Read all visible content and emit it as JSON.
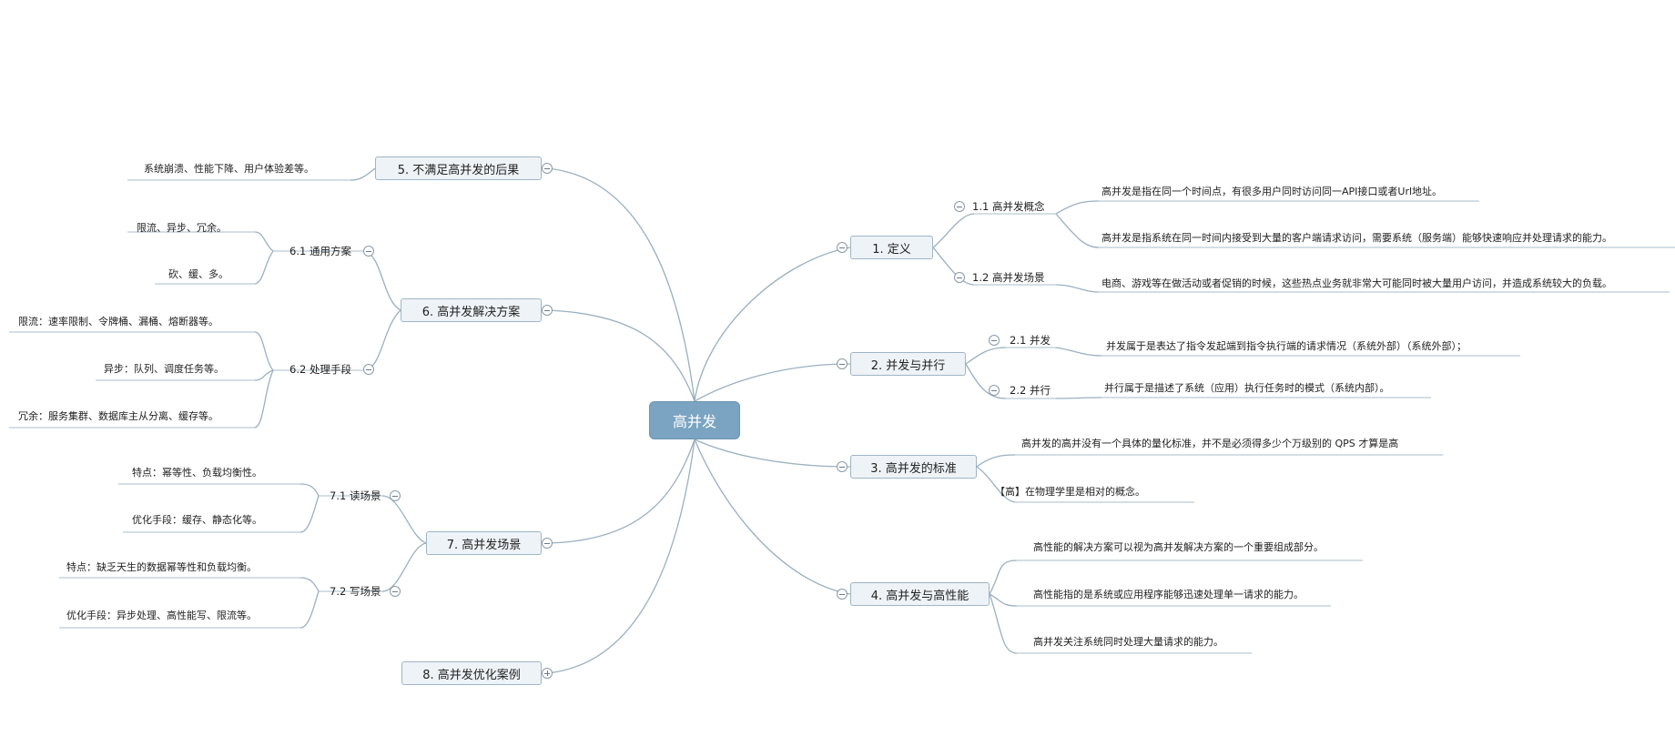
{
  "root": "高并发",
  "branches": [
    {
      "label": "1. 定义",
      "collapsed": false,
      "children": [
        {
          "label": "1.1 高并发概念",
          "leaves": [
            "高并发是指在同一个时间点，有很多用户同时访问同一API接口或者Url地址。",
            "高并发是指系统在同一时间内接受到大量的客户端请求访问，需要系统（服务端）能够快速响应并处理请求的能力。"
          ]
        },
        {
          "label": "1.2 高并发场景",
          "leaves": [
            "电商、游戏等在做活动或者促销的时候，这些热点业务就非常大可能同时被大量用户访问，并造成系统较大的负载。"
          ]
        }
      ]
    },
    {
      "label": "2. 并发与并行",
      "collapsed": false,
      "children": [
        {
          "label": "2.1 并发",
          "leaves": [
            "并发属于是表达了指令发起端到指令执行端的请求情况（系统外部）（系统外部）；"
          ]
        },
        {
          "label": "2.2 并行",
          "leaves": [
            "并行属于是描述了系统（应用）执行任务时的模式（系统内部）。"
          ]
        }
      ]
    },
    {
      "label": "3. 高并发的标准",
      "collapsed": false,
      "leaves": [
        "高并发的高并没有一个具体的量化标准，并不是必须得多少个万级别的 QPS 才算是高",
        "【高】在物理学里是相对的概念。"
      ]
    },
    {
      "label": "4. 高并发与高性能",
      "collapsed": false,
      "leaves": [
        "高性能的解决方案可以视为高并发解决方案的一个重要组成部分。",
        "高性能指的是系统或应用程序能够迅速处理单一请求的能力。",
        "高并发关注系统同时处理大量请求的能力。"
      ]
    },
    {
      "label": "5. 不满足高并发的后果",
      "collapsed": false,
      "leaves": [
        "系统崩溃、性能下降、用户体验差等。"
      ]
    },
    {
      "label": "6. 高并发解决方案",
      "collapsed": false,
      "children": [
        {
          "label": "6.1 通用方案",
          "leaves": [
            "限流、异步、冗余。",
            "砍、缓、多。"
          ]
        },
        {
          "label": "6.2 处理手段",
          "leaves": [
            "限流：速率限制、令牌桶、漏桶、熔断器等。",
            "异步：队列、调度任务等。",
            "冗余：服务集群、数据库主从分离、缓存等。"
          ]
        }
      ]
    },
    {
      "label": "7. 高并发场景",
      "collapsed": false,
      "children": [
        {
          "label": "7.1 读场景",
          "leaves": [
            "特点：幂等性、负载均衡性。",
            "优化手段：缓存、静态化等。"
          ]
        },
        {
          "label": "7.2 写场景",
          "leaves": [
            "特点：缺乏天生的数据幂等性和负载均衡。",
            "优化手段：异步处理、高性能写、限流等。"
          ]
        }
      ]
    },
    {
      "label": "8. 高并发优化案例",
      "collapsed": true
    }
  ]
}
